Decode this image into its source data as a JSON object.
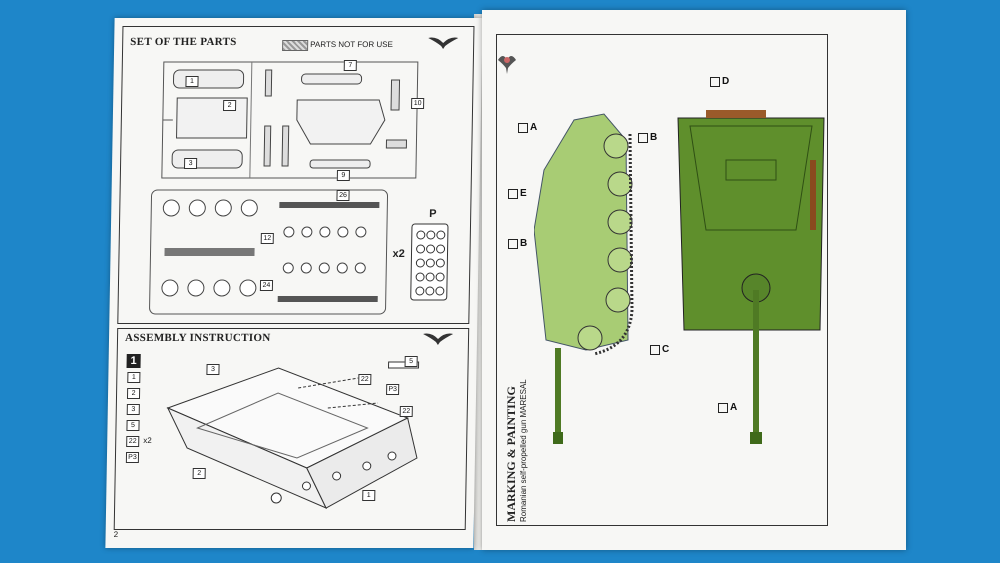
{
  "left_page": {
    "parts_title": "SET OF THE PARTS",
    "parts_not_for_use": "PARTS NOT FOR USE",
    "sprue_p_label": "P",
    "sprue_multiplier": "x2",
    "assembly_title": "ASSEMBLY INSTRUCTION",
    "step_number": "1",
    "step_parts": [
      "1",
      "2",
      "3",
      "5",
      "22",
      "P3"
    ],
    "step_parts_multiplier": "x2",
    "callouts": [
      "3",
      "5",
      "22",
      "P3",
      "22",
      "2",
      "1"
    ],
    "page_number": "2"
  },
  "right_page": {
    "section_title": "MARKING & PAINTING",
    "vehicle_caption": "Romanian self-propelled gun MARESAL",
    "decal_tags": [
      {
        "id": "side-A",
        "letter": "A"
      },
      {
        "id": "side-E",
        "letter": "E"
      },
      {
        "id": "side-B",
        "letter": "B"
      },
      {
        "id": "side-B2",
        "letter": "B"
      },
      {
        "id": "side-C",
        "letter": "C"
      },
      {
        "id": "top-D",
        "letter": "D"
      },
      {
        "id": "top-A",
        "letter": "A"
      }
    ],
    "camo_color": "#5f8f2c",
    "camo_light": "#8fb34f",
    "side_view_color": "#9fc46a"
  }
}
